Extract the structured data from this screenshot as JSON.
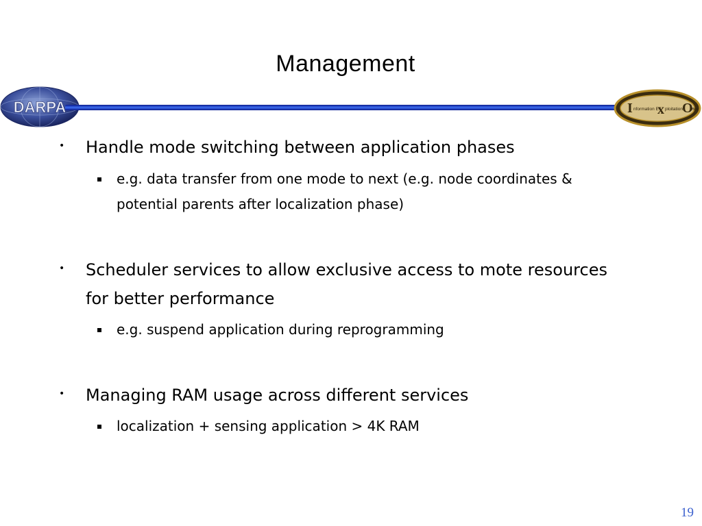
{
  "slide": {
    "title": "Management",
    "page_number": "19"
  },
  "logos": {
    "left": {
      "text": "DARPA",
      "icon": "darpa-logo"
    },
    "right": {
      "text": "Information Exploitation Office",
      "icon": "ixo-logo"
    }
  },
  "bullets": [
    {
      "text": "Handle mode switching between application phases",
      "sub": [
        {
          "text_line1": "e.g. data transfer from one mode to next (e.g. node coordinates &",
          "text_line2": "potential parents after localization phase)"
        }
      ]
    },
    {
      "text_line1": "Scheduler services to allow exclusive access to mote resources",
      "text_line2": "for better performance",
      "sub": [
        {
          "text": "e.g. suspend application during reprogramming"
        }
      ]
    },
    {
      "text": "Managing RAM usage across different services",
      "sub": [
        {
          "text": "localization + sensing application > 4K RAM"
        }
      ]
    }
  ],
  "colors": {
    "bar": "#1e3fd0",
    "page_number": "#3a5fcd",
    "darpa_globe": "#3b4f9c",
    "ixo_gold": "#b8902a"
  }
}
